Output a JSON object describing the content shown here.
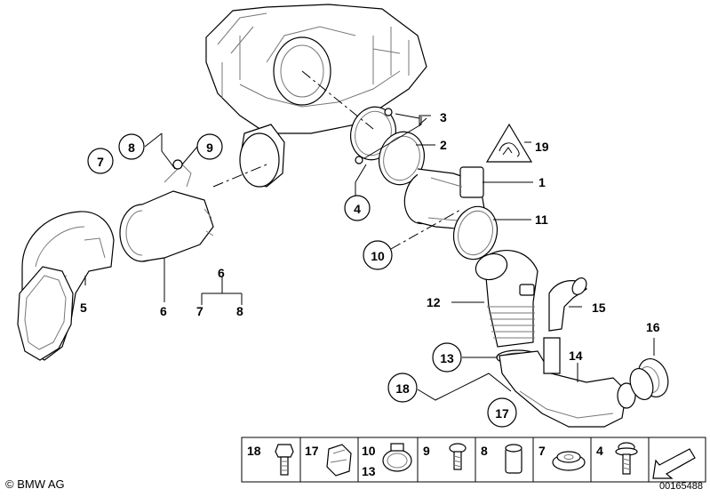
{
  "labels": {
    "p1": "1",
    "p2": "2",
    "p3": "3",
    "p4": "4",
    "p5": "5",
    "p6": "6",
    "p6group": "6",
    "p7group": "7",
    "p8group": "8",
    "p6b": "6",
    "p7": "7",
    "p8": "8",
    "p9": "9",
    "p10": "10",
    "p11": "11",
    "p12": "12",
    "p13": "13",
    "p14": "14",
    "p15": "15",
    "p16": "16",
    "p17": "17",
    "p18": "18",
    "p19": "19"
  },
  "legend": [
    {
      "label": "18"
    },
    {
      "label": "17"
    },
    {
      "label": "10",
      "label2": "13"
    },
    {
      "label": "9"
    },
    {
      "label": "8"
    },
    {
      "label": "7"
    },
    {
      "label": "4"
    }
  ],
  "footer": {
    "copyright": "© BMW AG",
    "diagram_id": "00165488"
  }
}
